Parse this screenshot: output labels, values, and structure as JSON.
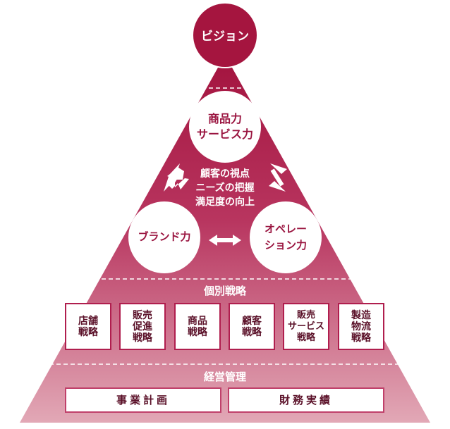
{
  "vision": "ビジョン",
  "circles": {
    "product": "商品力\nサービス力",
    "brand": "ブランド力",
    "operation": "オペレー\nション力"
  },
  "center_text": "顧客の視点\nニーズの把握\n満足度の向上",
  "sections": {
    "individual": "個別戦略",
    "management": "経営管理"
  },
  "strategies": [
    "店舗\n戦略",
    "販売\n促進\n戦略",
    "商品\n戦略",
    "顧客\n戦略",
    "販売\nサービス\n戦略",
    "製造\n物流\n戦略"
  ],
  "management_items": [
    "事業計画",
    "財務実績"
  ],
  "colors": {
    "top": "#a5153f",
    "bottom": "#dea5b3",
    "circle_text": "#9a1540",
    "white": "#ffffff"
  }
}
